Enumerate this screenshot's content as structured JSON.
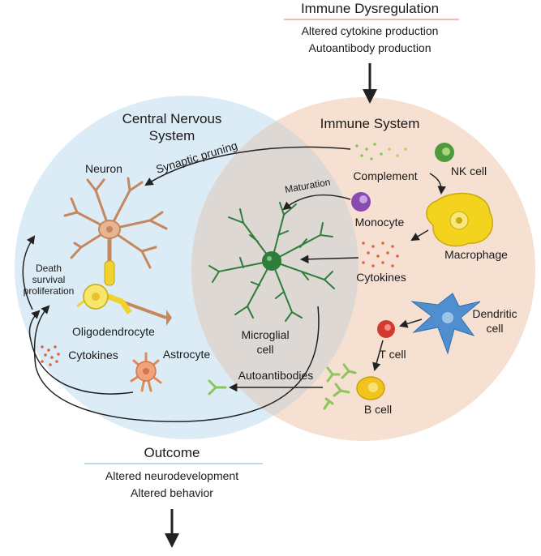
{
  "header": {
    "title": "Immune Dysregulation",
    "lines": [
      "Altered cytokine production",
      "Autoantibody production"
    ]
  },
  "cns": {
    "title_line1": "Central Nervous",
    "title_line2": "System",
    "neuron": "Neuron",
    "synaptic_pruning": "Synaptic pruning",
    "death_line1": "Death",
    "death_line2": "survival",
    "death_line3": "proliferation",
    "oligodendrocyte": "Oligodendrocyte",
    "cytokines": "Cytokines",
    "astrocyte": "Astrocyte"
  },
  "immune": {
    "title": "Immune System",
    "complement": "Complement",
    "nk_cell": "NK cell",
    "maturation": "Maturation",
    "monocyte": "Monocyte",
    "macrophage": "Macrophage",
    "cytokines": "Cytokines",
    "dendritic_line1": "Dendritic",
    "dendritic_line2": "cell",
    "t_cell": "T cell",
    "b_cell": "B cell",
    "autoantibodies": "Autoantibodies"
  },
  "microglia": {
    "line1": "Microglial",
    "line2": "cell"
  },
  "outcome": {
    "title": "Outcome",
    "lines": [
      "Altered neurodevelopment",
      "Altered behavior"
    ]
  },
  "colors": {
    "cns_bg": "#dcecf7",
    "immune_bg": "#f6e0d2",
    "overlap_bg": "#e3e0dc",
    "rule_pink": "#e7a9a0",
    "rule_blue": "#a9cfe6",
    "microglia": "#2f7d3a",
    "neuron": "#c4875f",
    "oligodendrocyte": "#f2d22e",
    "astrocyte": "#e0895a",
    "monocyte": "#8a4bb0",
    "nk": "#4f9a3e",
    "macrophage": "#f4d31f",
    "dendritic": "#4f8fd0",
    "t_cell": "#d23a2e",
    "b_cell": "#f2c21f",
    "antibody": "#8cc65a",
    "dots": "#e0623e"
  }
}
